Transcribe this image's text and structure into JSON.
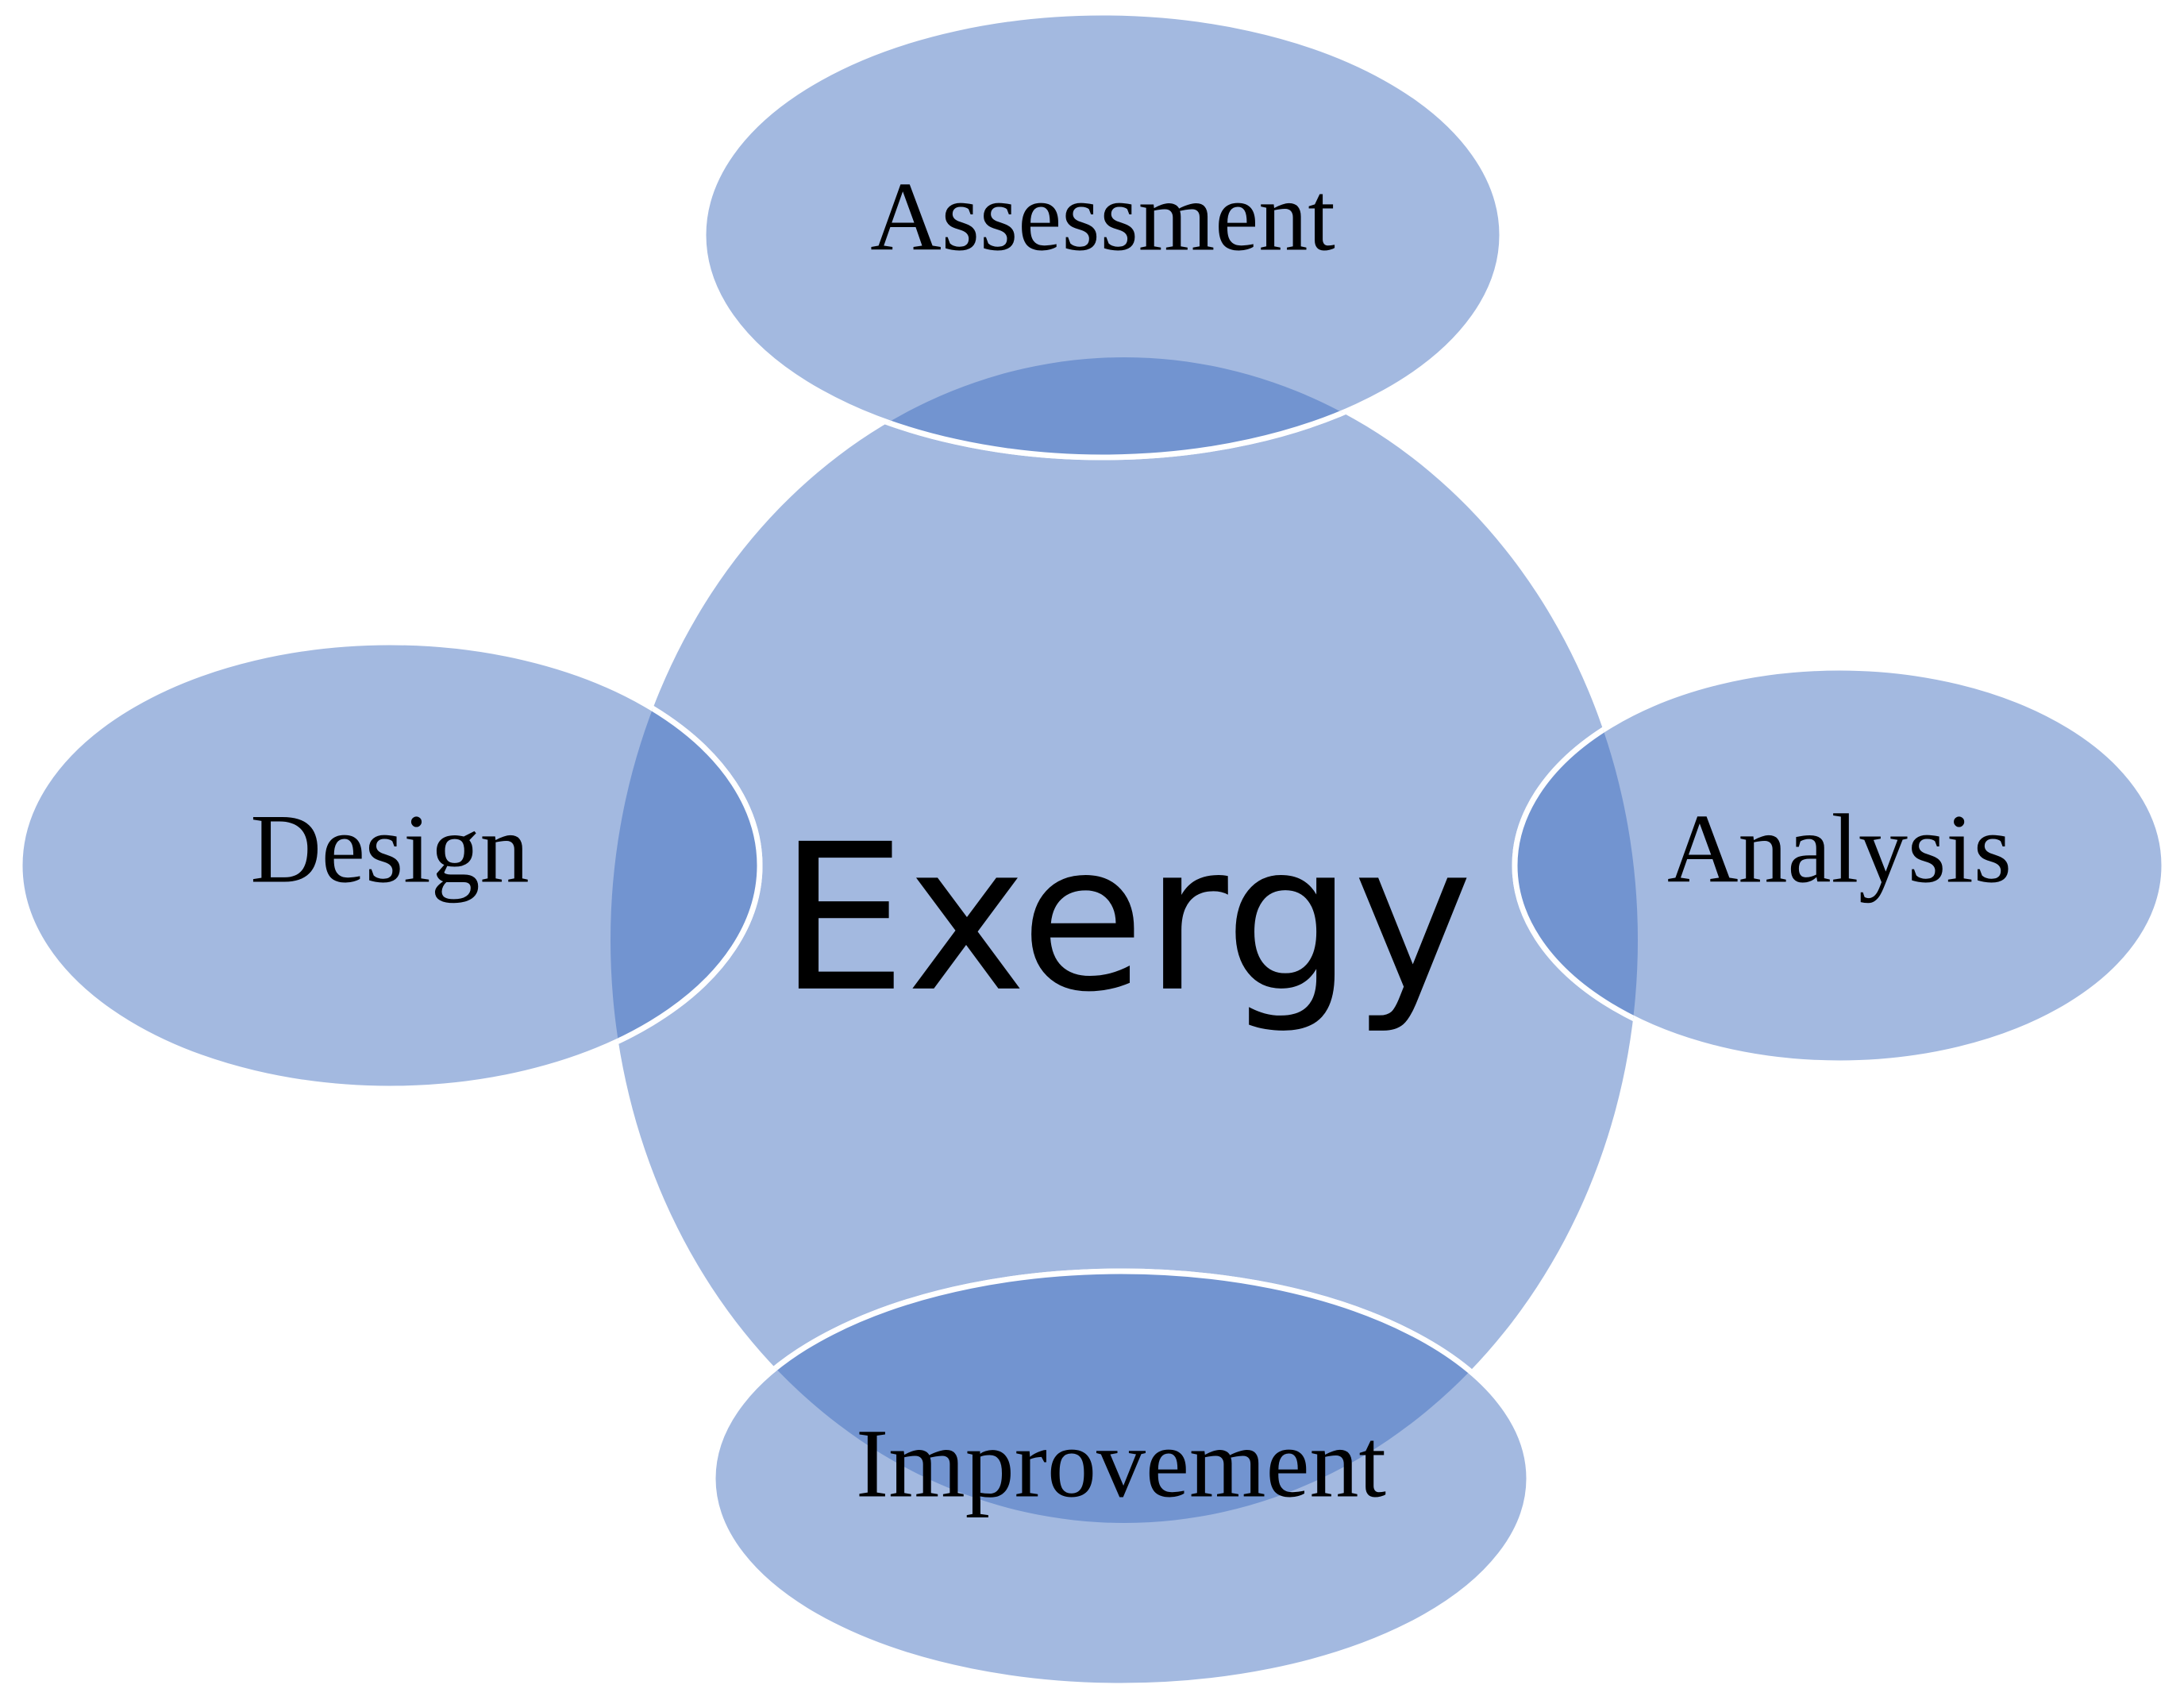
{
  "diagram": {
    "center": {
      "label": "Exergy"
    },
    "satellites": [
      {
        "id": "assessment",
        "label": "Assessment"
      },
      {
        "id": "design",
        "label": "Design"
      },
      {
        "id": "analysis",
        "label": "Analysis"
      },
      {
        "id": "improvement",
        "label": "Improvement"
      }
    ]
  },
  "colors": {
    "fill": "#a3b9e0",
    "overlap": "#7294d0",
    "outline": "#ffffff",
    "text": "#000000",
    "background": "#ffffff"
  }
}
